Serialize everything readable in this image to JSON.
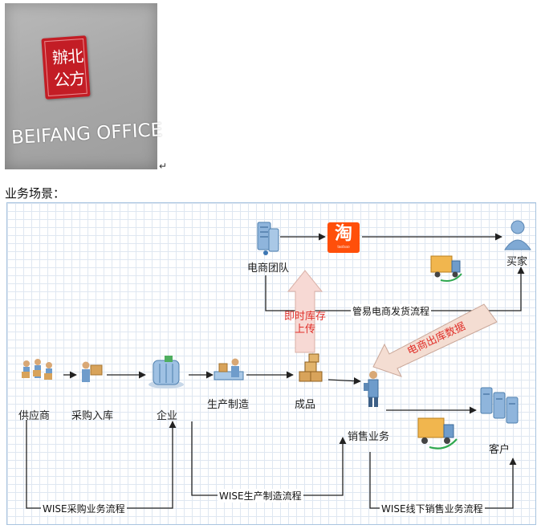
{
  "photo": {
    "seal_text": "北方辦公",
    "brand_text": "BEIFANG OFFICE"
  },
  "heading": "业务场景：",
  "nodes": {
    "ecommerce_team": "电商团队",
    "buyer": "买家",
    "supplier": "供应商",
    "purchase_in": "采购入库",
    "enterprise": "企业",
    "production": "生产制造",
    "finished_goods": "成品",
    "sales": "销售业务",
    "customer": "客户"
  },
  "taobao": {
    "glyph": "淘",
    "sub": "taobao"
  },
  "flows": {
    "ecommerce_shipping": "管易电商发货流程",
    "purchase": "WISE采购业务流程",
    "production": "WISE生产制造流程",
    "offline_sales": "WISE线下销售业务流程"
  },
  "arrows": {
    "inventory_upload_line1": "即时库存",
    "inventory_upload_line2": "上传",
    "outbound_data": "电商出库数据"
  },
  "colors": {
    "grid": "#dfe7f1",
    "border": "#a8c4e0",
    "up_arrow_fill": "#f7d9d4",
    "up_arrow_stroke": "#d9b0a6",
    "diag_arrow_fill": "#f4ddd2",
    "red_text": "#e0302a",
    "taobao": "#ff4f0a"
  }
}
